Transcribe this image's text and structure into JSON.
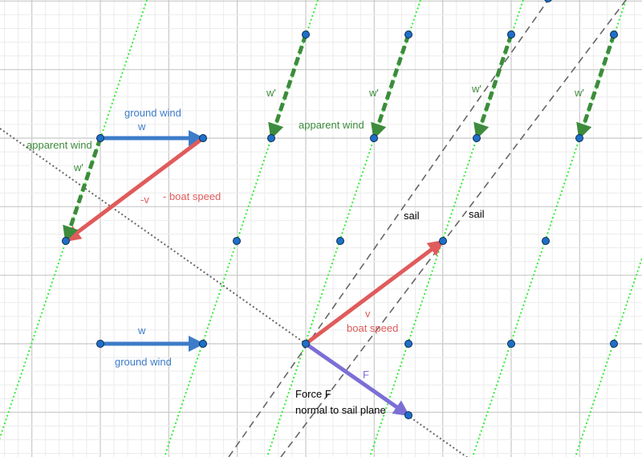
{
  "colors": {
    "blue": "#3d7cc9",
    "red": "#e05b5b",
    "green": "#3d8b3d",
    "lime": "#33ee33",
    "purple": "#7b6fd6",
    "grey": "#555555",
    "point": "#1f6fc7"
  },
  "upper": {
    "ground_wind": "ground wind",
    "w": "w",
    "minus_v": "-v",
    "minus_boat_speed": "- boat speed",
    "apparent_wind": "apparent wind",
    "w_prime": "w'"
  },
  "apparent_field": {
    "w_prime_labels": [
      "w'",
      "w'",
      "w'",
      "w'"
    ],
    "apparent_wind": "apparent wind"
  },
  "sails": [
    "sail",
    "sail"
  ],
  "lower": {
    "w": "w",
    "ground_wind": "ground wind",
    "v": "v",
    "boat_speed": "boat speed",
    "F": "F",
    "force_f": "Force F",
    "normal": "normal to sail plane"
  }
}
